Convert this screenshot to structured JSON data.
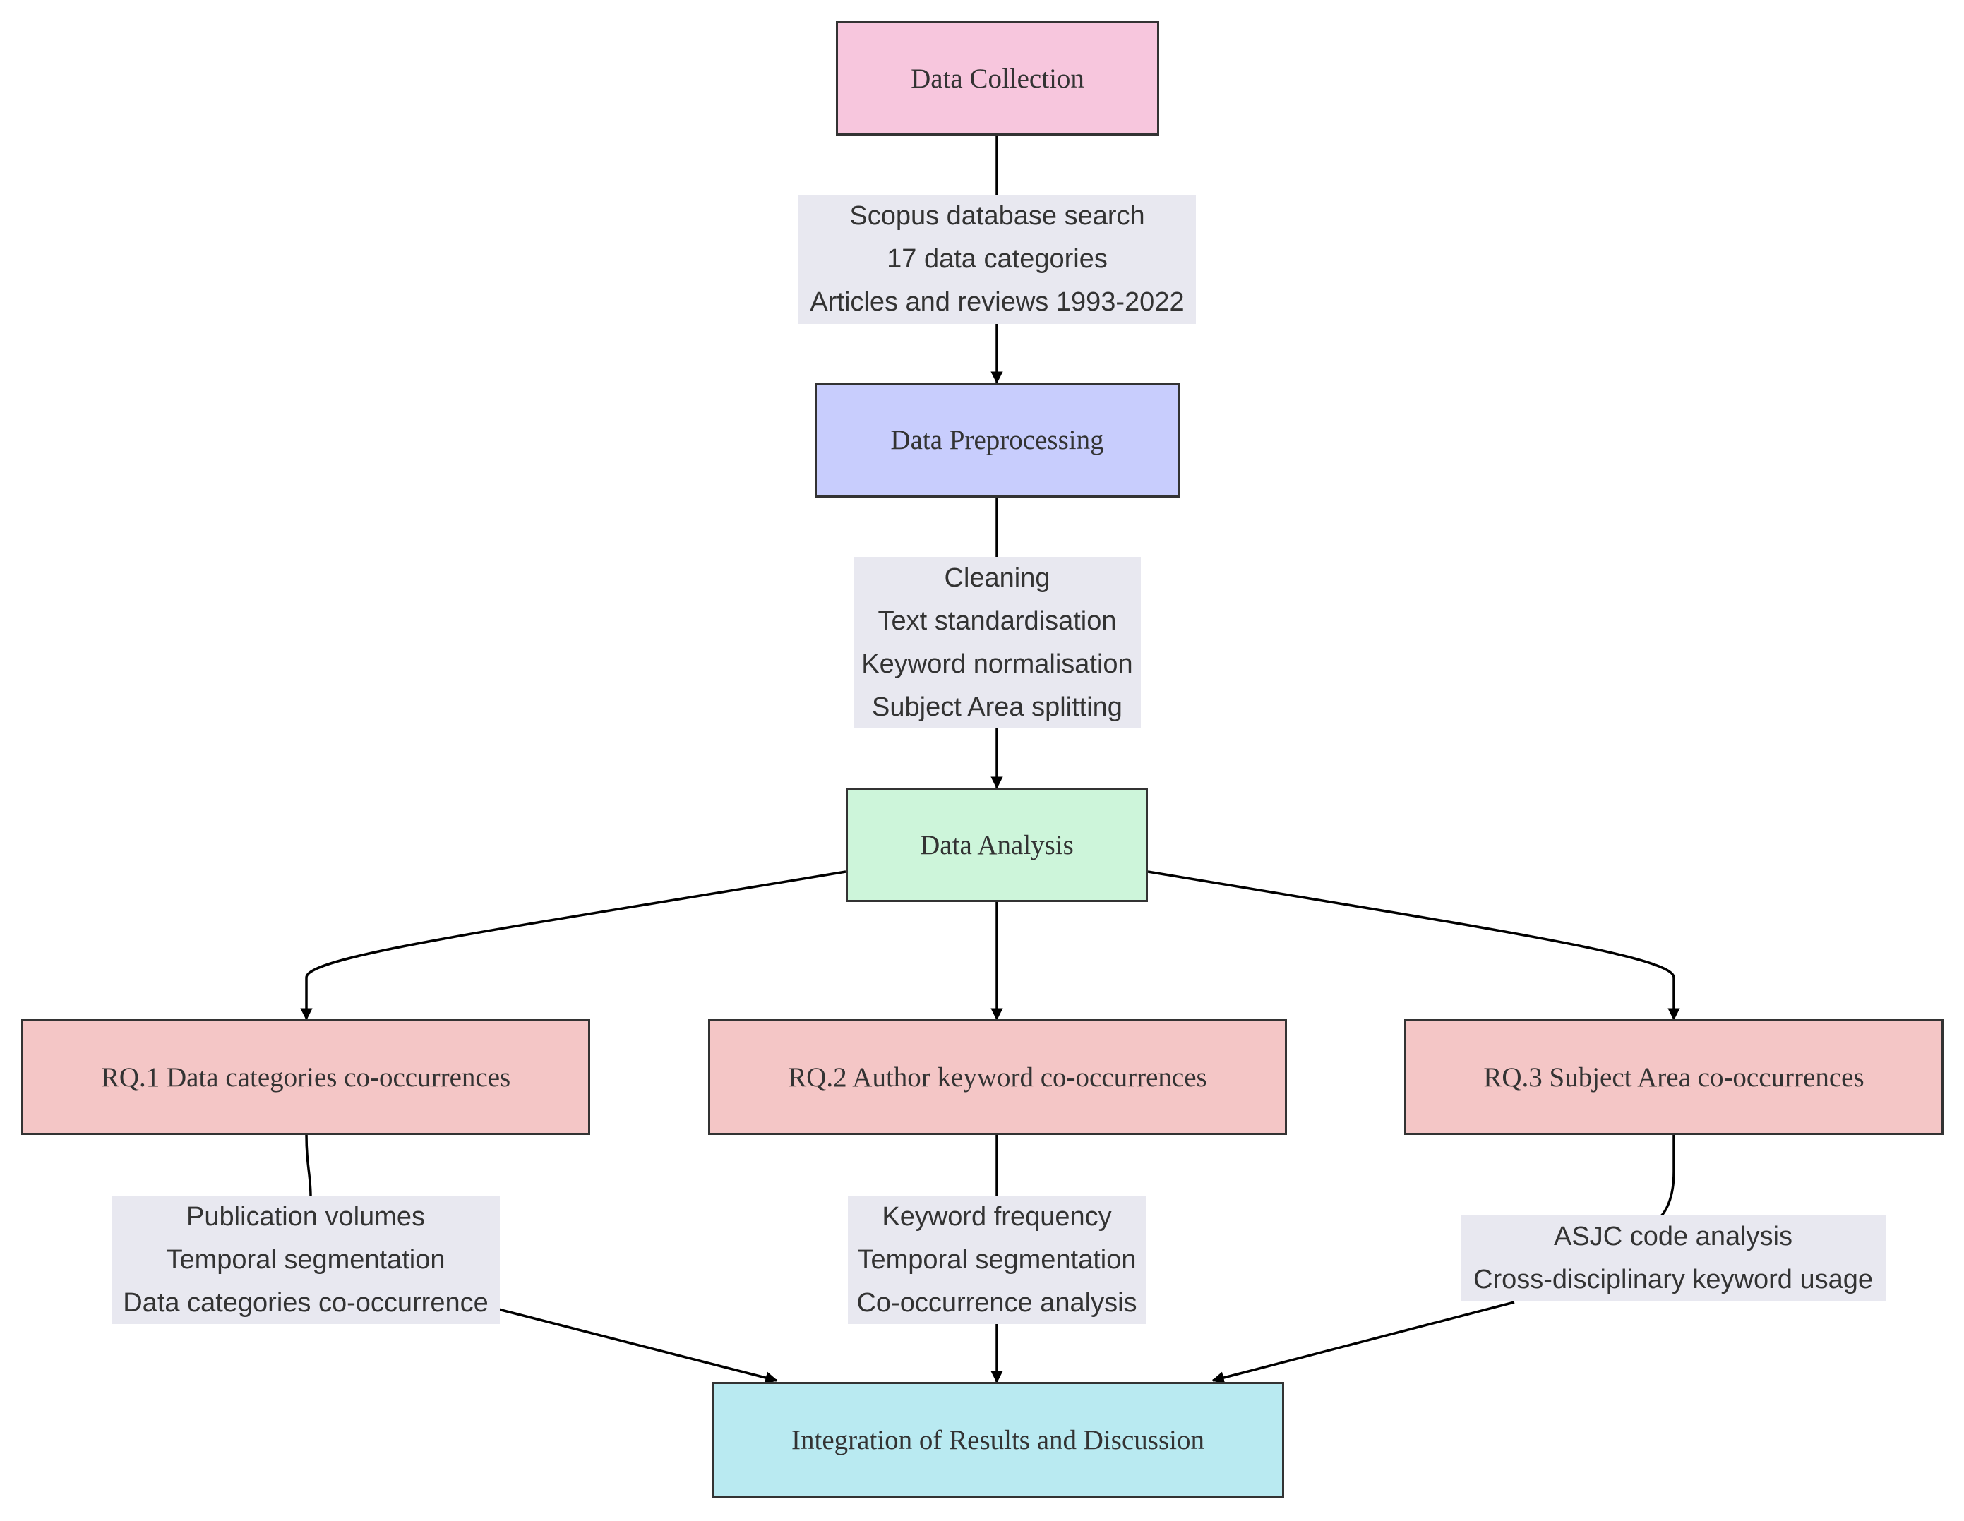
{
  "nodes": {
    "data_collection": {
      "label": "Data Collection",
      "color": "#f7c6dd"
    },
    "data_preprocessing": {
      "label": "Data Preprocessing",
      "color": "#c8cdfd"
    },
    "data_analysis": {
      "label": "Data Analysis",
      "color": "#cdf5da"
    },
    "rq1": {
      "label": "RQ.1 Data categories co-occurrences",
      "color": "#f4c6c6"
    },
    "rq2": {
      "label": "RQ.2 Author keyword co-occurrences",
      "color": "#f4c6c6"
    },
    "rq3": {
      "label": "RQ.3 Subject Area co-occurrences",
      "color": "#f4c6c6"
    },
    "integration": {
      "label": "Integration of Results and Discussion",
      "color": "#b9eaf1"
    }
  },
  "edge_labels": {
    "collection_to_preprocessing": [
      "Scopus database search",
      "17 data categories",
      "Articles and reviews 1993-2022"
    ],
    "preprocessing_to_analysis": [
      "Cleaning",
      "Text standardisation",
      "Keyword normalisation",
      "Subject Area splitting"
    ],
    "rq1_to_integration": [
      "Publication volumes",
      "Temporal segmentation",
      "Data categories co-occurrence"
    ],
    "rq2_to_integration": [
      "Keyword frequency",
      "Temporal segmentation",
      "Co-occurrence analysis"
    ],
    "rq3_to_integration": [
      "ASJC code analysis",
      "Cross-disciplinary keyword usage"
    ]
  }
}
